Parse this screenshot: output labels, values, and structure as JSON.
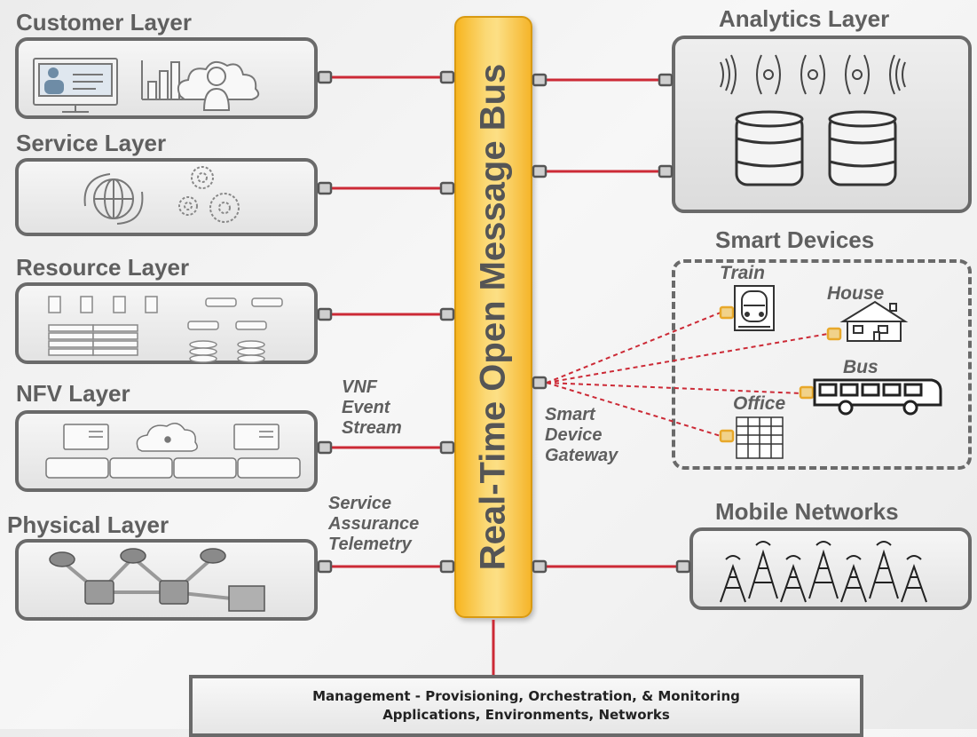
{
  "layers_left": [
    {
      "key": "customer",
      "heading": "Customer Layer"
    },
    {
      "key": "service",
      "heading": "Service Layer"
    },
    {
      "key": "resource",
      "heading": "Resource Layer"
    },
    {
      "key": "nfv",
      "heading": "NFV Layer"
    },
    {
      "key": "physical",
      "heading": "Physical Layer"
    }
  ],
  "right": {
    "analytics": "Analytics Layer",
    "smart_devices": "Smart Devices",
    "mobile": "Mobile Networks"
  },
  "bus_label": "Real-Time Open Message Bus",
  "streams": {
    "vnf": [
      "VNF",
      "Event",
      "Stream"
    ],
    "assurance": [
      "Service",
      "Assurance",
      "Telemetry"
    ],
    "gateway": [
      "Smart",
      "Device",
      "Gateway"
    ]
  },
  "devices": {
    "train": "Train",
    "house": "House",
    "bus": "Bus",
    "office": "Office"
  },
  "management": {
    "line1": "Management - Provisioning, Orchestration, & Monitoring",
    "line2": "Applications, Environments, Networks"
  },
  "colors": {
    "connector": "#cc2a36",
    "bus": "#f9c54a",
    "frame": "#6a6a6a",
    "device_port": "#e8a82a"
  }
}
